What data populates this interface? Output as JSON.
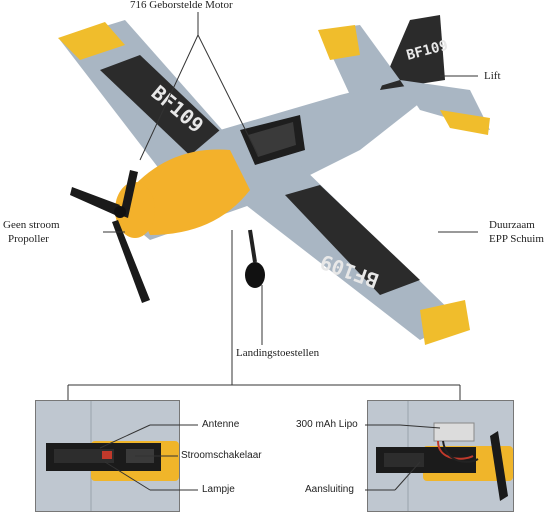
{
  "callouts": {
    "motor": "716 Geborstelde Motor",
    "lift": "Lift",
    "propeller_line1": "Geen stroom",
    "propeller_line2": "Propoller",
    "foam_line1": "Duurzaam",
    "foam_line2": "EPP Schuim",
    "landing_gear": "Landingstoestellen"
  },
  "wing_markings": {
    "left_wing": "BF109",
    "right_wing": "BF109",
    "tail": "BF109"
  },
  "detail_left": {
    "antenna": "Antenne",
    "power_switch": "Stroomschakelaar",
    "lamp": "Lampje"
  },
  "detail_right": {
    "battery": "300 mAh Lipo",
    "connector": "Aansluiting"
  },
  "colors": {
    "body_grey": "#a9b6c3",
    "nose_yellow": "#f3b12b",
    "wing_black": "#2b2b2b",
    "wing_tip_yellow": "#f0bd2c"
  }
}
